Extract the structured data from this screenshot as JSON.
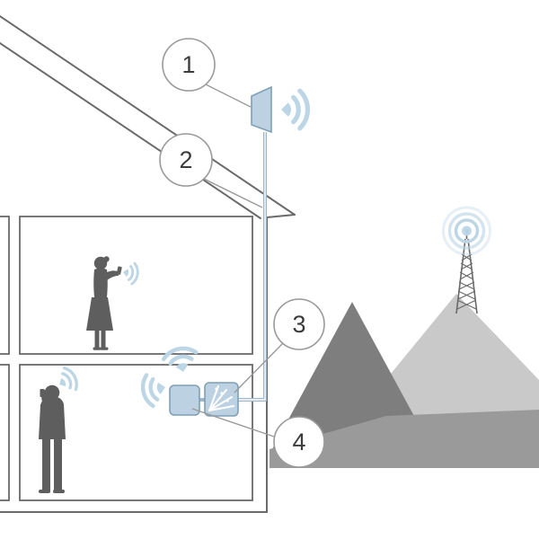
{
  "diagram": {
    "callouts": [
      {
        "label": "1"
      },
      {
        "label": "2"
      },
      {
        "label": "3"
      },
      {
        "label": "4"
      }
    ],
    "icons": {
      "outdoor_antenna": "panel-antenna",
      "coax_cable": "double-line",
      "signal_booster": "rounded-square-with-burst",
      "indoor_antenna": "rounded-square",
      "signal_waves": "arc-fan",
      "cell_tower": "lattice-mast-with-rings",
      "woman_texting": "standing-silhouette",
      "man_calling": "standing-silhouette"
    }
  },
  "colors": {
    "device_fill": "#bcd2e2",
    "device_stroke": "#7fa0b6",
    "signal": "#bdd6e6",
    "figure": "#5e5e5e",
    "outline": "#6a6a6a",
    "callout": "#9a9a9a",
    "number_ink": "#3c3c3c",
    "mountain_dark": "#7e7e7e",
    "mountain_light": "#c9c9c9",
    "mountain_mid": "#9a9a9a",
    "cable": "#9fb6c8"
  }
}
